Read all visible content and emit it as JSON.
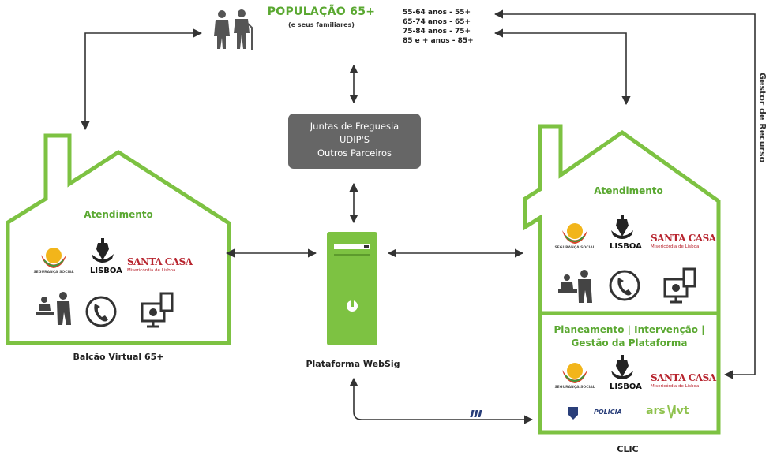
{
  "population": {
    "title": "POPULAÇÃO 65+",
    "subtitle": "(e seus familiares)",
    "age_groups": [
      "55-64 anos - 55+",
      "65-74 anos - 65+",
      "75-84 anos - 75+",
      "85 e + anos - 85+"
    ]
  },
  "partners": {
    "lines": [
      "Juntas de Freguesia",
      "UDIP'S",
      "Outros Parceiros"
    ]
  },
  "left_house": {
    "heading": "Atendimento",
    "caption": "Balcão Virtual 65+",
    "logos": {
      "seguranca": "SEGURANÇA SOCIAL",
      "lisboa": "LISBOA",
      "santacasa": "SANTA CASA",
      "santacasa_sub": "Misericórdia de Lisboa"
    },
    "icons": [
      "person-service-icon",
      "phone-icon",
      "computer-icon"
    ]
  },
  "platform": {
    "caption": "Plataforma WebSig"
  },
  "right_house": {
    "heading": "Atendimento",
    "planning": [
      "Planeamento | Intervenção |",
      "Gestão da Plataforma"
    ],
    "caption": "CLIC",
    "logos": {
      "seguranca": "SEGURANÇA SOCIAL",
      "lisboa": "LISBOA",
      "santacasa": "SANTA CASA",
      "santacasa_sub": "Misericórdia de Lisboa",
      "policia": "POLÍCIA",
      "ars": "ars",
      "lvt": "lvt"
    }
  },
  "side_label": "Gestor de Recurso",
  "colors": {
    "green": "#7dc242",
    "dark_green": "#5aa831",
    "gray_box": "#666666",
    "arrow": "#333333"
  }
}
